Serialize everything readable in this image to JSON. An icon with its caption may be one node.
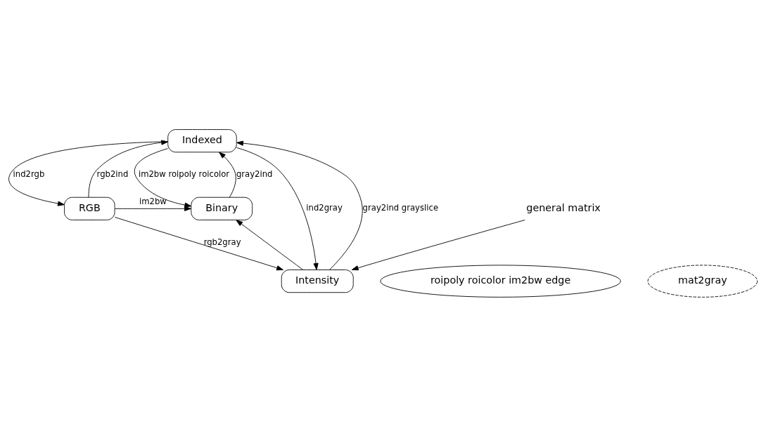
{
  "diagram": {
    "nodes": [
      {
        "text": [
          "Indexed"
        ]
      },
      {
        "text": [
          "Binary"
        ]
      },
      {
        "text": [
          "RGB"
        ]
      },
      {
        "text": [
          "roipoly roicolor im2bw edge"
        ]
      },
      {
        "text": [
          "Intensity"
        ]
      },
      {
        "text": [
          "mat2gray"
        ]
      },
      {
        "text": [
          "general matrix"
        ]
      }
    ],
    "edges": [
      {
        "from": 0,
        "to": 1,
        "arrow": "to",
        "label": "im2bw roipoly roicolor"
      },
      {
        "from": 1,
        "to": 0,
        "arrow": "to",
        "label": "gray2ind"
      },
      {
        "from": 0,
        "to": 2,
        "arrow": "to",
        "label": "ind2rgb"
      },
      {
        "from": 2,
        "to": 0,
        "arrow": "to",
        "label": "rgb2ind"
      },
      {
        "from": 2,
        "to": 1,
        "arrow": "to",
        "label": "im2bw"
      },
      {
        "from": 4,
        "to": 0,
        "arrow": "to",
        "label": "gray2ind grayslice"
      },
      {
        "from": 0,
        "to": 4,
        "arrow": "to",
        "label": "ind2gray"
      },
      {
        "from": 2,
        "to": 4,
        "arrow": "to",
        "label": "rgb2gray"
      },
      {
        "from": 4,
        "to": 1,
        "arrow": "to"
      },
      {
        "from": 6,
        "to": 4,
        "arrow": "to"
      }
    ]
  }
}
